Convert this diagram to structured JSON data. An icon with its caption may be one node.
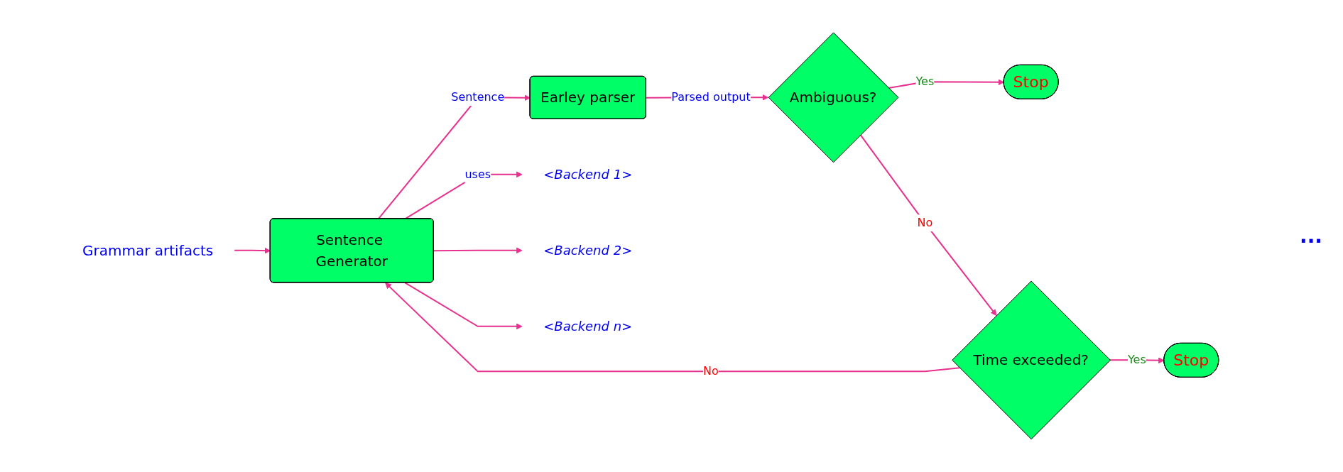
{
  "diagram": {
    "nodes": [
      {
        "text": [
          "Grammar artifacts"
        ]
      },
      {
        "text": [
          "Sentence Generator"
        ]
      },
      {
        "text": [
          "Earley parser"
        ]
      },
      {
        "text": [
          "Ambiguous?"
        ]
      },
      {
        "text": [
          "Stop"
        ]
      },
      {
        "text": [
          "Time exceeded?"
        ]
      },
      {
        "text": [
          "Stop"
        ]
      },
      {
        "text": [
          "<Backend 1>"
        ]
      },
      {
        "text": [
          "<Backend 2>"
        ]
      },
      {
        "text": [
          "<Backend n>"
        ]
      }
    ],
    "edges": [
      {
        "from": 0,
        "to": 1,
        "arrow": "to"
      },
      {
        "from": 1,
        "to": 2,
        "arrow": "to",
        "label": "Sentence"
      },
      {
        "from": 2,
        "to": 3,
        "arrow": "to",
        "label": "Parsed output"
      },
      {
        "from": 3,
        "to": 4,
        "arrow": "to",
        "label": "Yes"
      },
      {
        "from": 3,
        "to": 5,
        "arrow": "to",
        "label": "No"
      },
      {
        "from": 5,
        "to": 6,
        "arrow": "to",
        "label": "Yes"
      },
      {
        "from": 5,
        "to": 1,
        "arrow": "to",
        "label": "No"
      },
      {
        "from": 1,
        "to": 7,
        "arrow": "to",
        "label": "uses"
      },
      {
        "from": 1,
        "to": 8,
        "arrow": "to"
      },
      {
        "from": 1,
        "to": 9,
        "arrow": "to"
      }
    ],
    "labels": [
      "..."
    ]
  }
}
